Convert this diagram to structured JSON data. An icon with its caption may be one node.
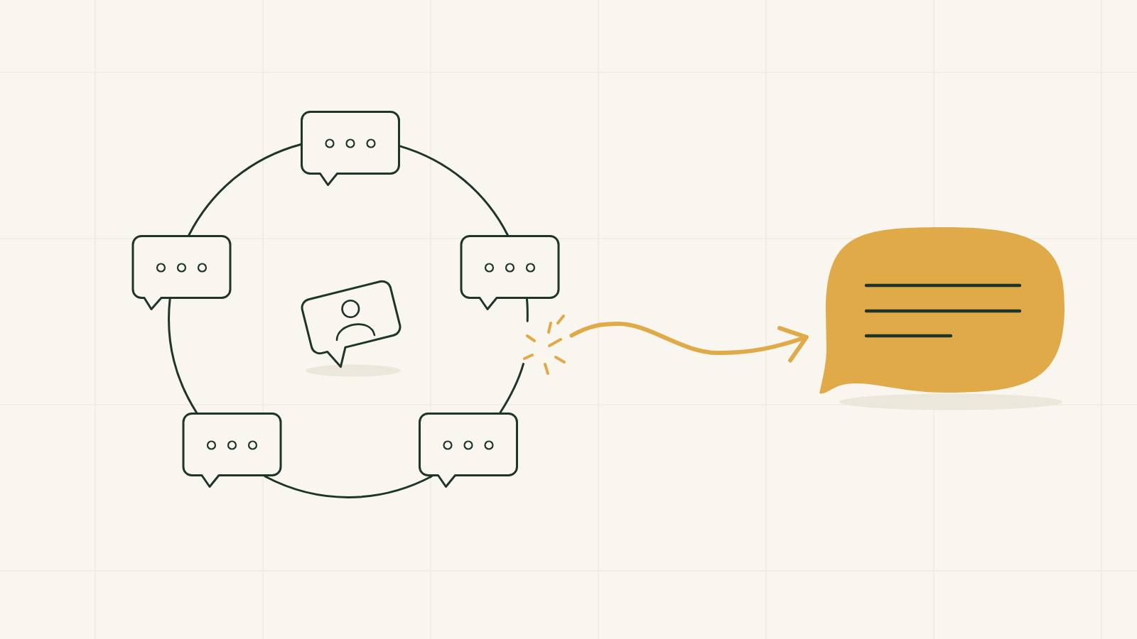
{
  "diagram": {
    "nodes": [
      {
        "text": [],
        "shape": "bubble"
      },
      {
        "text": [],
        "shape": "bubble"
      },
      {
        "text": [],
        "shape": "bubble"
      },
      {
        "text": [],
        "shape": "bubble"
      },
      {
        "text": [],
        "shape": "bubble"
      },
      {
        "text": [],
        "shape": "bubble"
      },
      {
        "text": [],
        "shape": "burst"
      },
      {
        "text": [],
        "shape": "bubble"
      }
    ],
    "edges": [
      {
        "from": 0,
        "to": 3,
        "arrow": "none"
      },
      {
        "from": 3,
        "to": 6,
        "arrow": "none"
      },
      {
        "from": 6,
        "to": 5,
        "arrow": "none"
      },
      {
        "from": 5,
        "to": 4,
        "arrow": "none"
      },
      {
        "from": 4,
        "to": 1,
        "arrow": "none"
      },
      {
        "from": 1,
        "to": 0,
        "arrow": "none"
      },
      {
        "from": 6,
        "to": 7,
        "arrow": "to",
        "style": "thick",
        "color": "#e0aa48"
      }
    ]
  }
}
